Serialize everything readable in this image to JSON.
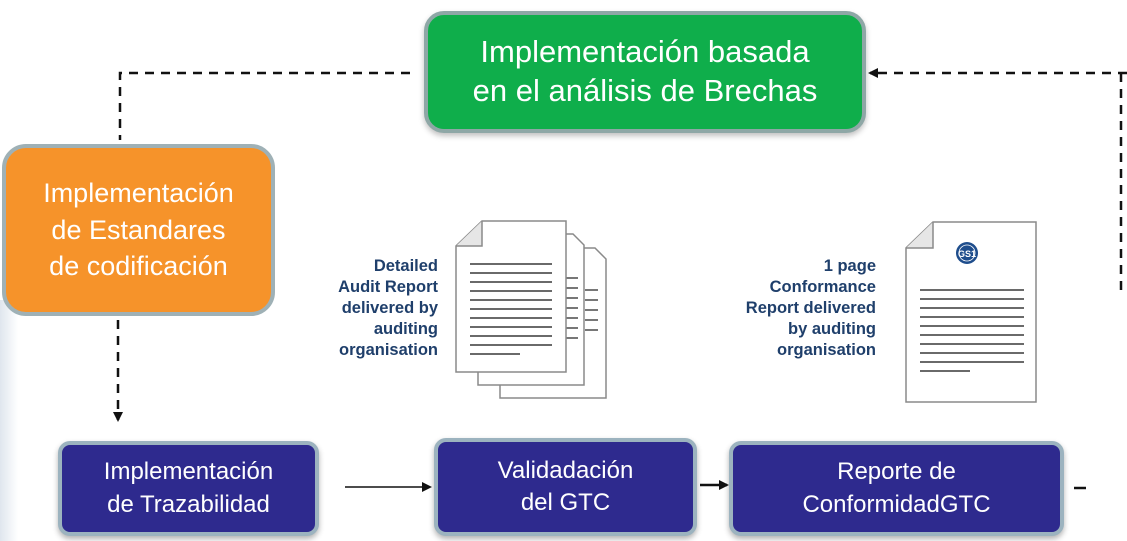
{
  "boxes": {
    "gap_analysis": "Implementación basada\nen el análisis de Brechas",
    "coding_standards": "Implementación\nde Estandares\nde codificación",
    "traceability": "Implementación\nde Trazabilidad",
    "gtc_validation": "Validadación\ndel GTC",
    "conformance_report": "Reporte de\nConformidadGTC"
  },
  "documents": {
    "audit_report_caption": "Detailed\nAudit Report\ndelivered by\nauditing\norganisation",
    "conformance_caption": "1 page\nConformance\nReport delivered\nby auditing\norganisation",
    "logo_text": "GS1"
  },
  "colors": {
    "green": "#0fae4b",
    "orange": "#f6932a",
    "navy": "#2e2a8e",
    "caption_text": "#1f3f6b"
  },
  "icons": {
    "audit_report": "stacked-documents-icon",
    "conformance_report": "single-document-icon",
    "logo": "gs1-logo-icon"
  }
}
